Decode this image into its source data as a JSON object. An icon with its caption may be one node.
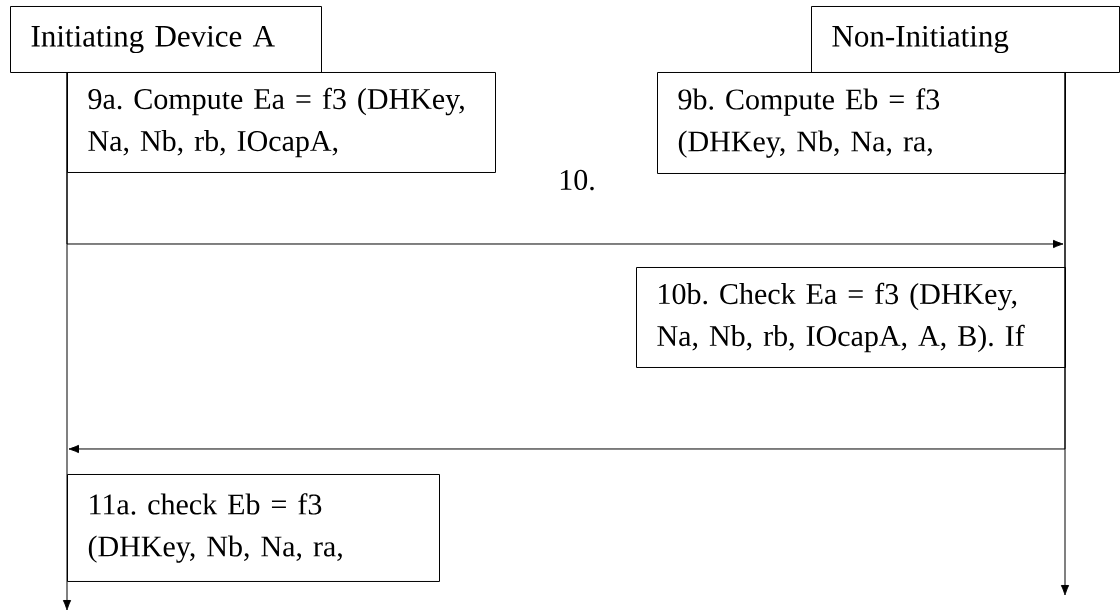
{
  "diagram": {
    "nodes": [
      {
        "text": [
          "Initiating Device A"
        ]
      },
      {
        "text": [
          "Non-Initiating"
        ]
      },
      {
        "text": [
          "9a. Compute Ea = f3 (DHKey, Na, Nb, rb, IOcapA,"
        ]
      },
      {
        "text": [
          "9b. Compute Eb = f3 (DHKey, Nb, Na, ra,"
        ]
      },
      {
        "text": [
          "10b. Check Ea = f3 (DHKey, Na, Nb, rb, IOcapA, A, B). If"
        ]
      },
      {
        "text": [
          "11a. check Eb = f3 (DHKey, Nb, Na, ra,"
        ]
      }
    ],
    "edges": [
      {
        "from": 0,
        "to": null,
        "arrow": "to"
      },
      {
        "from": 1,
        "to": null,
        "arrow": "to"
      },
      {
        "from": 0,
        "to": null,
        "arrow": "to",
        "label": "10."
      },
      {
        "from": 1,
        "to": null,
        "arrow": "to"
      }
    ]
  }
}
